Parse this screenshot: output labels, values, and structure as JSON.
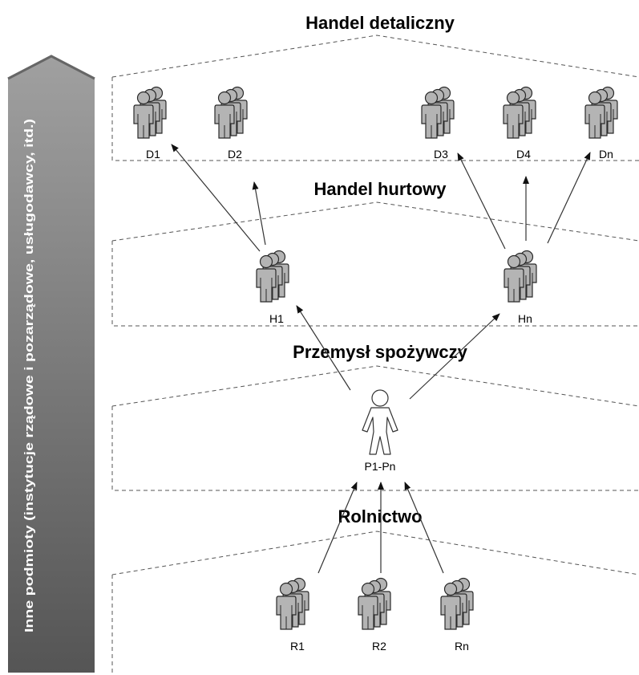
{
  "side_label": "Inne podmioty (instytucje rządowe i pozarządowe, usługodawcy, itd.)",
  "levels": {
    "retail": "Handel detaliczny",
    "wholesale": "Handel hurtowy",
    "industry": "Przemysł spożywczy",
    "farming": "Rolnictwo"
  },
  "nodes": {
    "d1": "D1",
    "d2": "D2",
    "d3": "D3",
    "d4": "D4",
    "dn": "Dn",
    "h1": "H1",
    "hn": "Hn",
    "p": "P1-Pn",
    "r1": "R1",
    "r2": "R2",
    "rn": "Rn"
  },
  "colors": {
    "group_fill": "#b4b4b4",
    "group_stroke": "#2a2a2a",
    "arrow_side_top": "#a0a0a0",
    "arrow_side_bottom": "#555555",
    "band_stroke": "#555555"
  },
  "icons": {
    "group": "people-group-icon",
    "single": "person-outline-icon"
  }
}
